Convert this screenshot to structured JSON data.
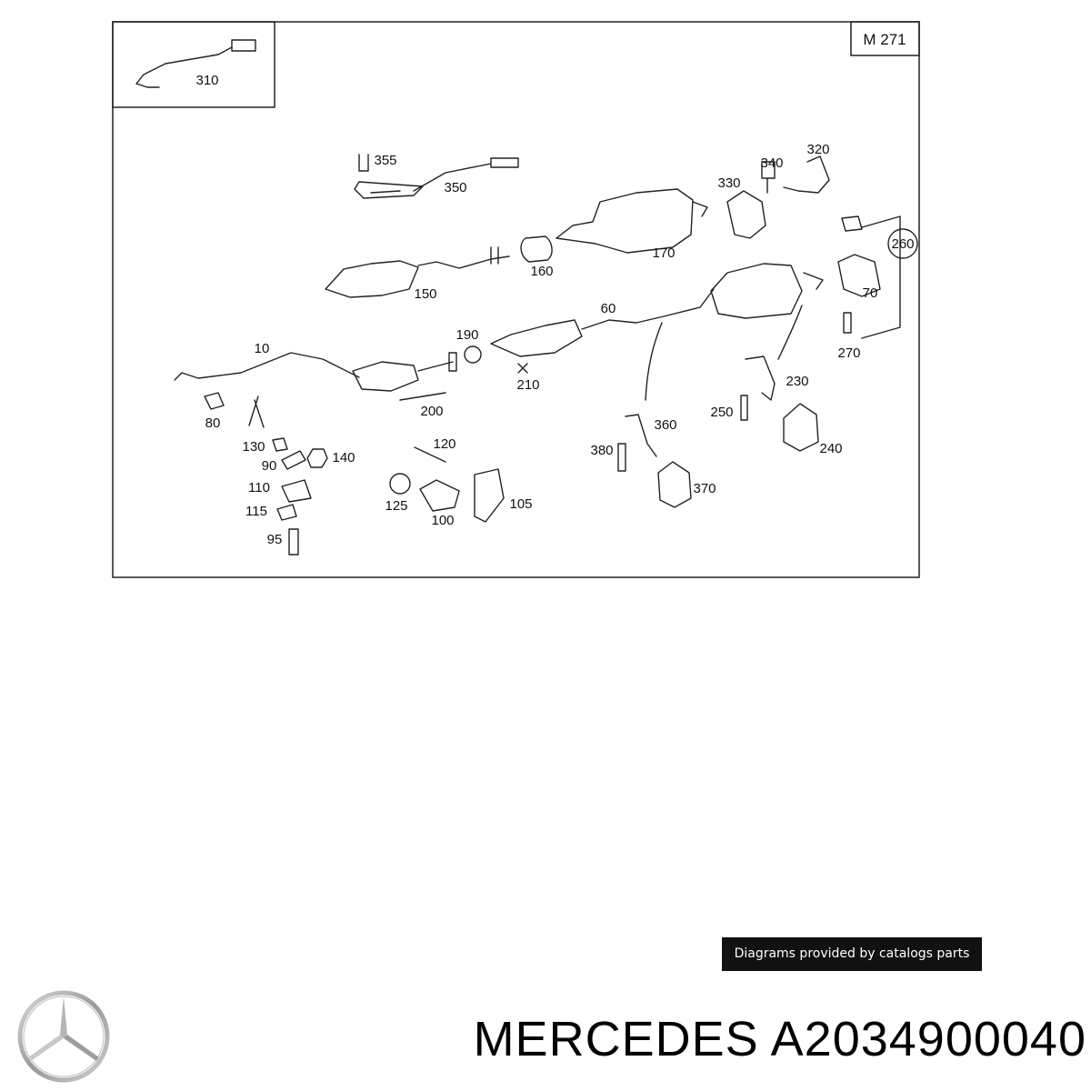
{
  "diagram": {
    "engine_code": "M 271",
    "callouts": [
      "310",
      "355",
      "350",
      "340",
      "320",
      "330",
      "170",
      "160",
      "150",
      "260",
      "70",
      "270",
      "60",
      "190",
      "10",
      "210",
      "200",
      "80",
      "230",
      "250",
      "240",
      "360",
      "380",
      "370",
      "130",
      "140",
      "90",
      "110",
      "115",
      "95",
      "120",
      "125",
      "100",
      "105"
    ]
  },
  "credit": {
    "text": "Diagrams provided by catalogs parts"
  },
  "footer": {
    "brand": "MERCEDES",
    "part_number": "A2034900040",
    "logo_icon": "mercedes-star-icon"
  },
  "colors": {
    "line": "#222222",
    "badge_bg": "#111111",
    "badge_text": "#ffffff"
  }
}
